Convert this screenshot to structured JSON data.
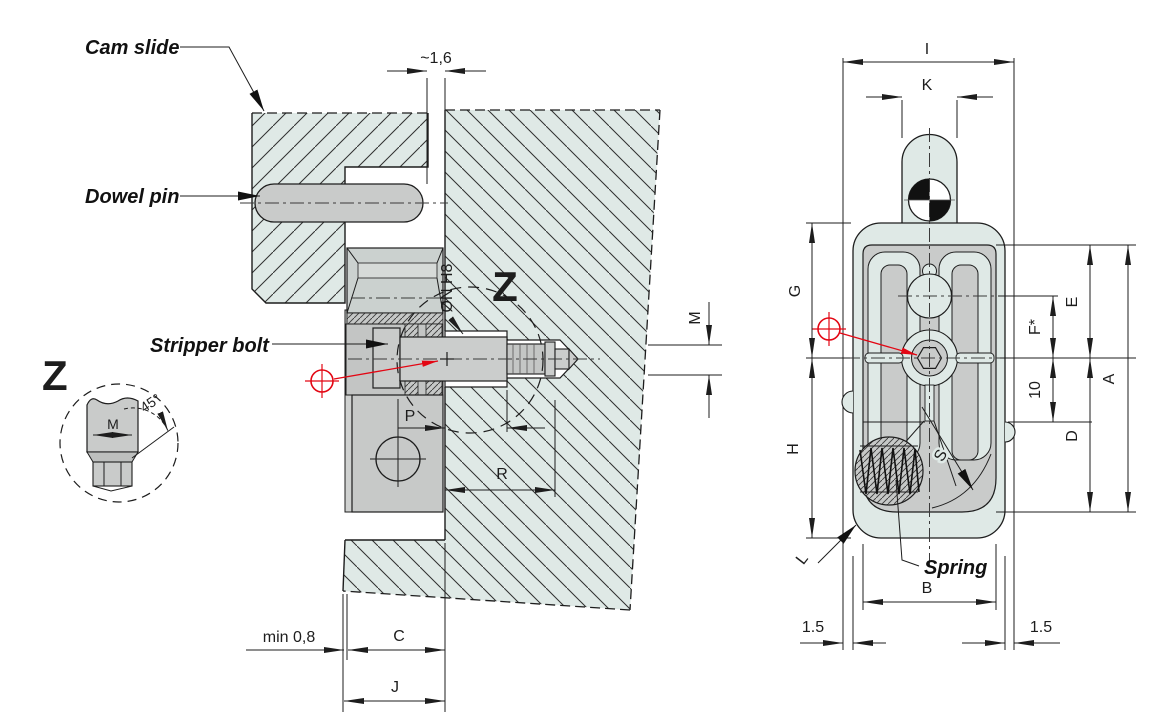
{
  "labels": {
    "cam_slide": "Cam slide",
    "dowel_pin": "Dowel pin",
    "stripper_bolt": "Stripper bolt",
    "spring": "Spring"
  },
  "section_view": {
    "detail_marker": "Z",
    "dims": {
      "top_gap": "~1,6",
      "bore": "ØN H8",
      "thread_side": "M",
      "p": "P",
      "r": "R",
      "min_clearance": "min 0,8",
      "c": "C",
      "j": "J"
    }
  },
  "detail_z": {
    "marker": "Z",
    "chamfer_angle": "45°",
    "width_across_flats": "M"
  },
  "front_view": {
    "dims": {
      "i": "I",
      "k": "K",
      "g": "G",
      "h": "H",
      "e": "E",
      "f_star": "F*",
      "spacing_10": "10",
      "a": "A",
      "d": "D",
      "s": "S",
      "l": "L",
      "b": "B",
      "clearance_left": "1.5",
      "clearance_right": "1.5"
    }
  },
  "colors": {
    "body_fill": "#dfe9e6",
    "part_fill": "#c9cbca",
    "accent_red": "#e30613",
    "line": "#1d1d1d"
  }
}
